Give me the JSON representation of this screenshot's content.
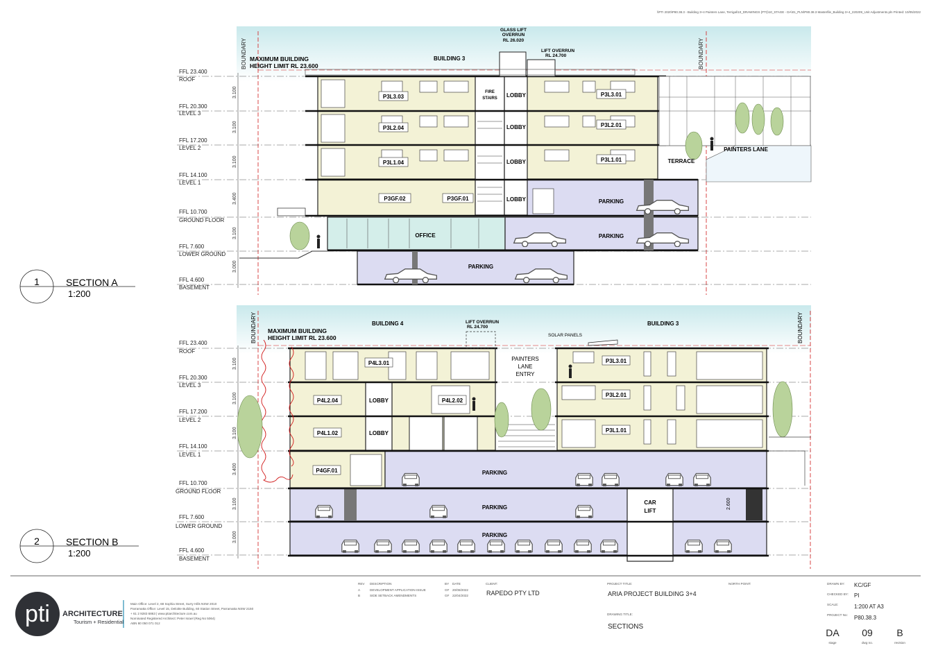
{
  "header": {
    "file_path": "\\\\PTI 2020\\P80.38.3 - Building 3+4 Painters Lane, Terrigal\\10_DRAWINGS (PTI)\\10_STAGE - DA\\01_PLN\\P80.38.3 Masterfile_Building 3+4_220209_Unit Adjustments.pln",
    "printed": "Printed: 10/05/2022"
  },
  "levels": [
    {
      "ffl": "FFL 23.400",
      "name": "ROOF"
    },
    {
      "ffl": "FFL 20.300",
      "name": "LEVEL 3"
    },
    {
      "ffl": "FFL 17.200",
      "name": "LEVEL 2"
    },
    {
      "ffl": "FFL 14.100",
      "name": "LEVEL 1"
    },
    {
      "ffl": "FFL 10.700",
      "name": "GROUND FLOOR"
    },
    {
      "ffl": "FFL 7.600",
      "name": "LOWER GROUND"
    },
    {
      "ffl": "FFL 4.600",
      "name": "BASEMENT"
    }
  ],
  "dims": [
    "3.100",
    "3.100",
    "3.100",
    "3.400",
    "3.100",
    "3.000"
  ],
  "section_a": {
    "number": "1",
    "title": "SECTION A",
    "scale": "1:200",
    "boundary": "BOUNDARY",
    "height_limit_1": "MAXIMUM BUILDING",
    "height_limit_2": "HEIGHT LIMIT RL 23.600",
    "building": "BUILDING 3",
    "glass_lift_1": "GLASS LIFT",
    "glass_lift_2": "OVERRUN",
    "glass_lift_3": "RL 26.020",
    "lift_overrun_1": "LIFT OVERRUN",
    "lift_overrun_2": "RL 24.700",
    "fire_stairs_1": "FIRE",
    "fire_stairs_2": "STAIRS",
    "lobby": "LOBBY",
    "units": [
      "P3L3.03",
      "P3L3.01",
      "P3L2.04",
      "P3L2.01",
      "P3L1.04",
      "P3L1.01",
      "P3GF.02",
      "P3GF.01"
    ],
    "parking": "PARKING",
    "office": "OFFICE",
    "terrace": "TERRACE",
    "painters_lane": "PAINTERS LANE"
  },
  "section_b": {
    "number": "2",
    "title": "SECTION B",
    "scale": "1:200",
    "boundary": "BOUNDARY",
    "height_limit_1": "MAXIMUM BUILDING",
    "height_limit_2": "HEIGHT LIMIT RL 23.600",
    "building4": "BUILDING 4",
    "building3": "BUILDING 3",
    "lift_overrun_1": "LIFT OVERRUN",
    "lift_overrun_2": "RL 24.700",
    "solar": "SOLAR PANELS",
    "entry_1": "PAINTERS",
    "entry_2": "LANE",
    "entry_3": "ENTRY",
    "lobby": "LOBBY",
    "units": [
      "P4L3.01",
      "P4L2.04",
      "P4L2.02",
      "P4L1.02",
      "P4GF.01",
      "P3L3.01",
      "P3L2.01",
      "P3L1.01"
    ],
    "parking": "PARKING",
    "car_lift_1": "CAR",
    "car_lift_2": "LIFT",
    "dim_2600": "2.600"
  },
  "title_block": {
    "logo": "pti",
    "arch_1": "ARCHITECTURE",
    "arch_2": "Tourism + Residential",
    "address_lines": [
      "Main Office: Level 2, 68 Sophia Street, Surry Hills NSW 2010",
      "Parramatta Office: Level 15, Deloitte Building, 60 Station Street, Parramatta NSW 2150",
      "+ 61 2 9283 6863   |   www.ptiarchitecture.com.au",
      "Nominated Registered Architect: Peter Israel (Reg No 5064)",
      "ABN 80 050 071 012"
    ],
    "rev_head": "REV",
    "desc_head": "DESCRIPTION",
    "by_head": "BY",
    "date_head": "DATE",
    "revisions": [
      {
        "rev": "A",
        "desc": "DEVELOPMENT APPLICATION ISSUE",
        "by": "GF",
        "date": "20/08/2022"
      },
      {
        "rev": "B",
        "desc": "SIDE SETBACK AMENDMENTS",
        "by": "GF",
        "date": "22/04/2022"
      }
    ],
    "client_label": "CLIENT:",
    "client": "RAPEDO PTY LTD",
    "project_label": "PROJECT TITLE:",
    "project": "ARIA PROJECT BUILDING 3+4",
    "drawing_label": "DRAWING TITLE:",
    "drawing": "SECTIONS",
    "north_label": "NORTH POINT:",
    "drawn_label": "DRAWN BY:",
    "drawn": "KC/GF",
    "checked_label": "CHECKED BY:",
    "checked": "PI",
    "scale_label": "SCALE:",
    "scale": "1:200 AT A3",
    "projno_label": "PROJECT No:",
    "projno": "P80.38.3",
    "stage": "DA",
    "stage_label": "stage",
    "dwg": "09",
    "dwg_label": "dwg no.",
    "rev": "B",
    "rev_label": "revision"
  },
  "colors": {
    "sky": "#d7eef0",
    "residential": "#f3f2d6",
    "parking": "#dcdcf2",
    "office": "#d4eeea",
    "boundary": "#d11a1a",
    "tree": "#b9d39b",
    "logo": "#2f3136"
  }
}
